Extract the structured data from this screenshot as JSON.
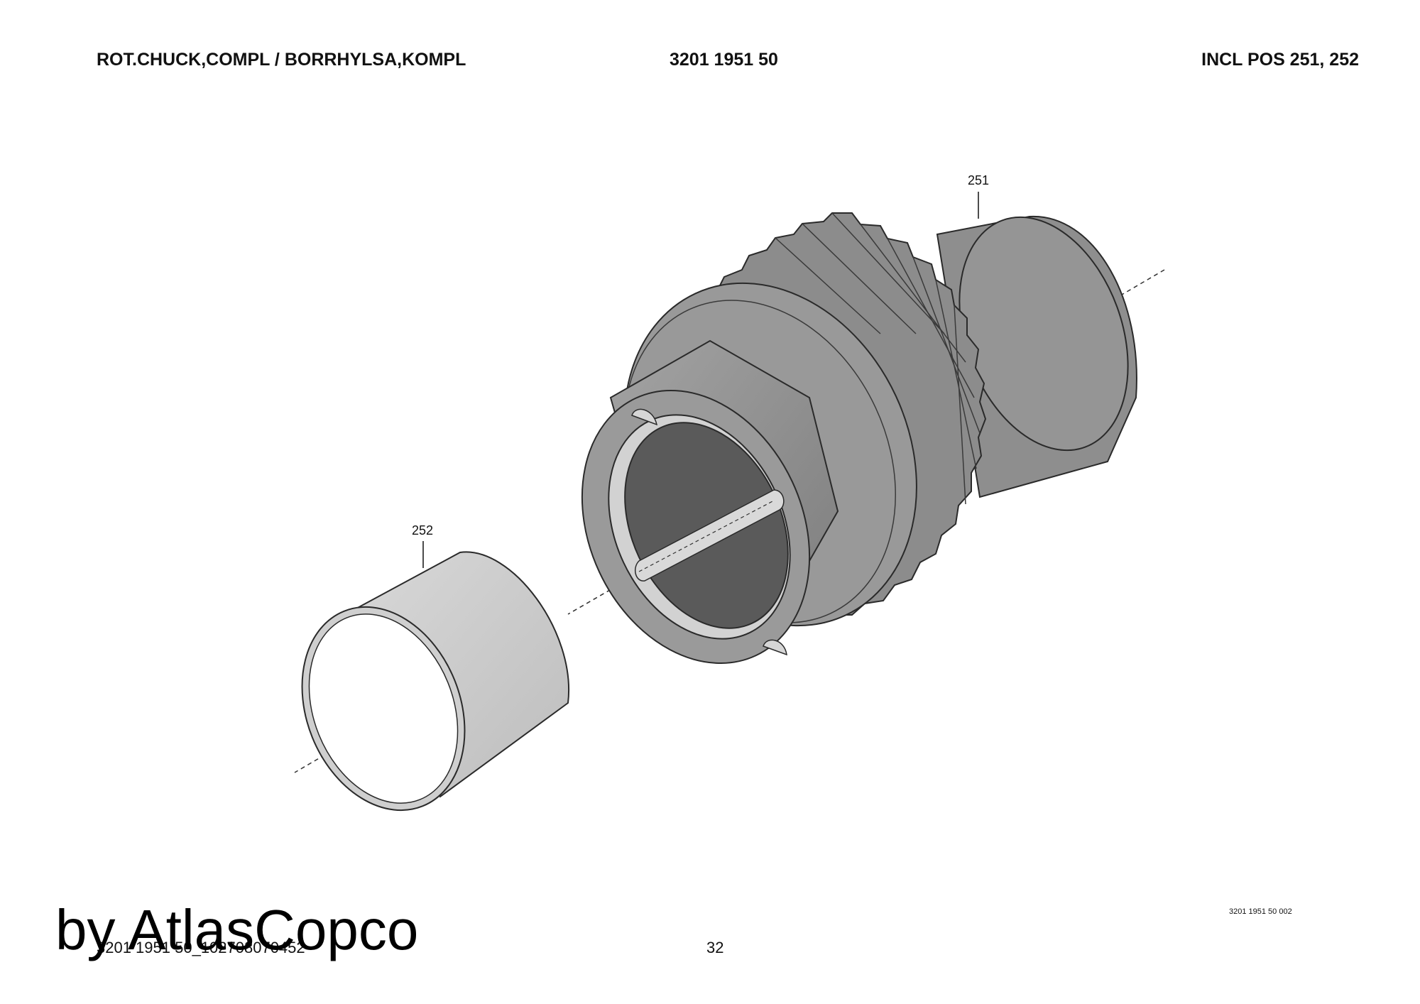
{
  "header": {
    "title": "ROT.CHUCK,COMPL / BORRHYLSA,KOMPL",
    "part_number": "3201 1951 50",
    "includes": "INCL POS 251, 252"
  },
  "callouts": {
    "gear_chuck": "251",
    "bushing": "252"
  },
  "drawing_code": "3201 1951 50 002",
  "footer": {
    "document_code": "3201 1951 50_102708070452",
    "page_number": "32",
    "watermark": "by AtlasCopco"
  },
  "colors": {
    "part_dark": "#8a8a8a",
    "part_light": "#cfcfcf",
    "bore": "#5a5a5a",
    "outline": "#2a2a2a"
  }
}
